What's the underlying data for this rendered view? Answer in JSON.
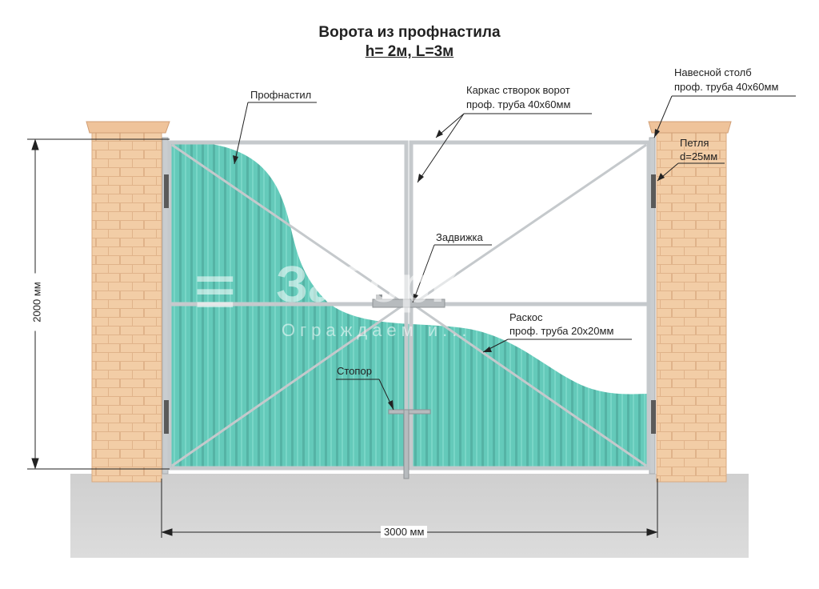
{
  "title": {
    "line1": "Ворота из профнастила",
    "line2": "h= 2м, L=3м"
  },
  "labels": {
    "profnastil": "Профнастил",
    "karkas_1": "Каркас створок ворот",
    "karkas_2": "проф. труба 40х60мм",
    "stolb_1": "Навесной столб",
    "stolb_2": "проф. труба 40х60мм",
    "petlya_1": "Петля",
    "petlya_2": "d=25мм",
    "zadvizhka": "Задвижка",
    "raskos_1": "Раскос",
    "raskos_2": "проф. труба 20х20мм",
    "stopor": "Стопор"
  },
  "dimensions": {
    "height": "2000 мм",
    "width": "3000 мм"
  },
  "watermark": {
    "brand": "ЗаборКин",
    "slogan": "Ограждаем и..."
  },
  "colors": {
    "sheet": "#4fc3b0",
    "frame": "#cfd3d6",
    "brick": "#f0c9a0",
    "ground": "#d3d3d3"
  }
}
